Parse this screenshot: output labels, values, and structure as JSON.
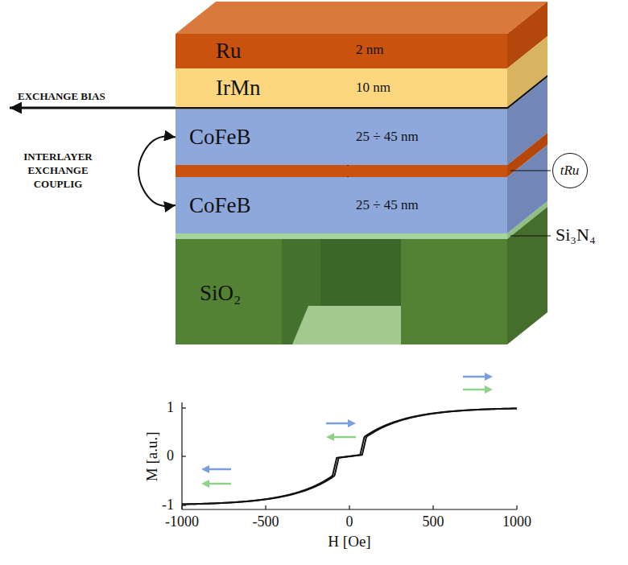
{
  "diagram": {
    "nodes": [
      {
        "text": [
          "Ru"
        ]
      },
      {
        "text": [
          "IrMn"
        ]
      },
      {
        "text": [
          "CoFeB"
        ]
      },
      {
        "text": [
          "CoFeB"
        ]
      },
      {
        "text": [
          "SiO₂"
        ]
      },
      {
        "text": [
          "tRu"
        ]
      }
    ],
    "edges": [
      {
        "from": 2,
        "to": 3,
        "arrow": "both",
        "label": "INTERLAYER EXCHANGE COUPLIG"
      }
    ],
    "labels": [
      "2 nm",
      "10 nm",
      "25 ÷ 45 nm",
      "25 ÷ 45 nm",
      "EXCHANGE BIAS",
      "Si₃N₄",
      "M [a.u.]",
      "1",
      "0",
      "-1",
      "-1000",
      "-500",
      "0",
      "500",
      "1000",
      "H [Oe]"
    ]
  }
}
